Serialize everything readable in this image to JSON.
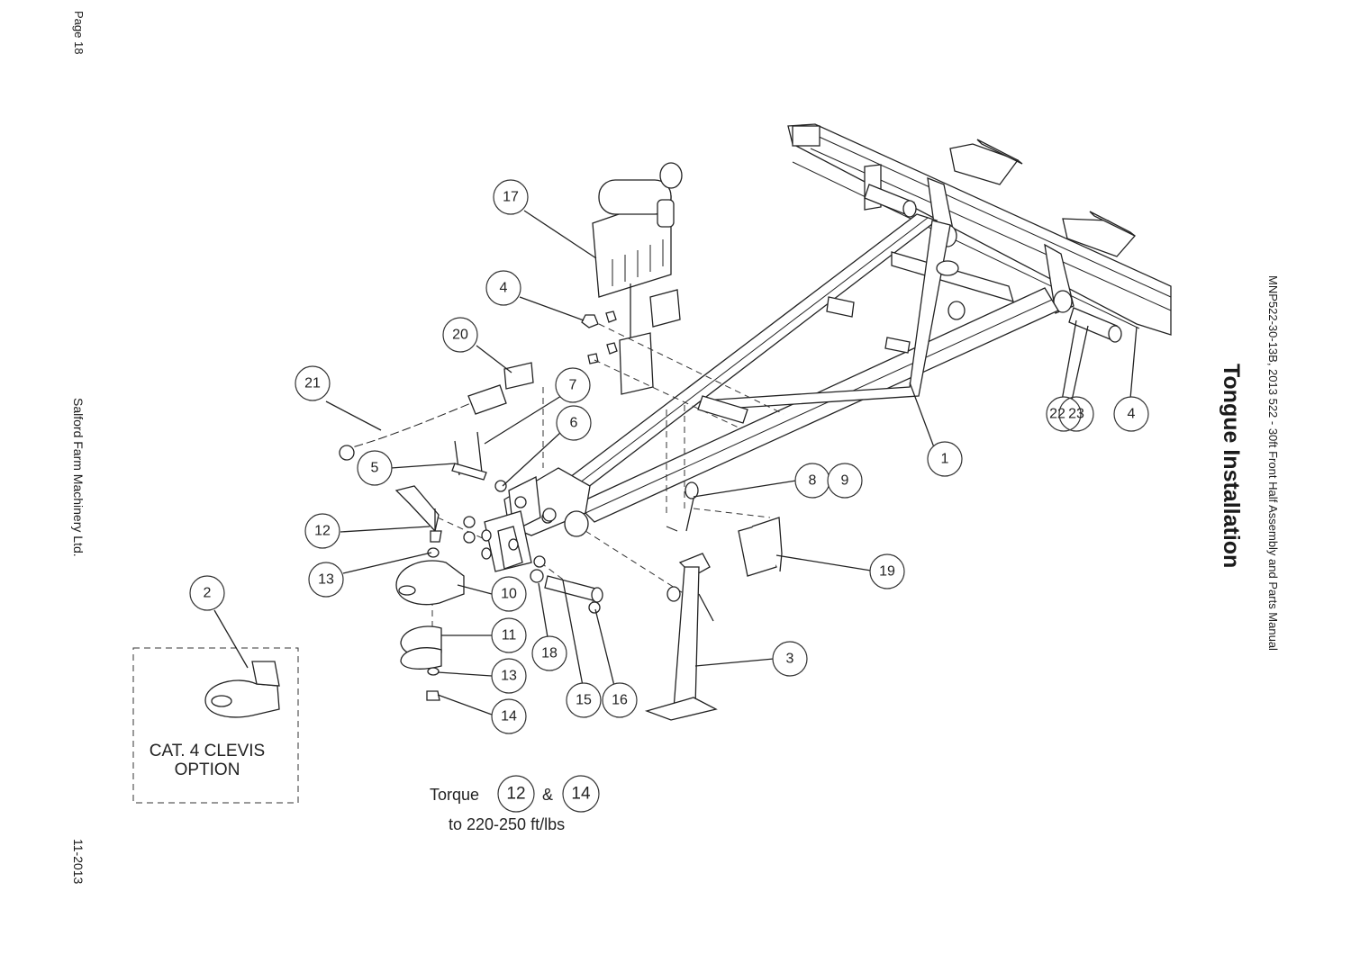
{
  "page": {
    "page_label": "Page 18",
    "company": "Salford Farm Machinery Ltd.",
    "date": "11-2013",
    "manual_title": "MNP522-30-13B, 2013 522 - 30ft Front Half Assembly and Parts Manual",
    "section_title": "Tongue Installation"
  },
  "callouts": [
    "17",
    "4",
    "20",
    "21",
    "7",
    "6",
    "5",
    "12",
    "13",
    "10",
    "11",
    "13",
    "14",
    "2",
    "18",
    "15",
    "16",
    "3",
    "19",
    "8",
    "9",
    "1",
    "22",
    "23",
    "4"
  ],
  "torque_note": {
    "prefix": "Torque",
    "part_a": "12",
    "joiner": "&",
    "part_b": "14",
    "line2": "to 220-250 ft/lbs"
  },
  "clevis_option": {
    "line1": "CAT. 4 CLEVIS",
    "line2": "OPTION"
  }
}
